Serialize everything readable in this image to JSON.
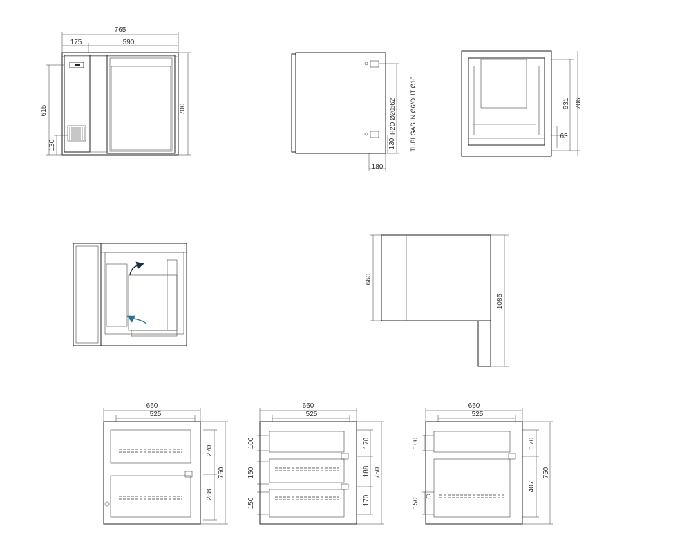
{
  "views": {
    "front": {
      "overall_width": "765",
      "left_width": "175",
      "right_width": "590",
      "height_615": "615",
      "height_130": "130",
      "height_700": "700"
    },
    "side": {
      "pipe_label": "TUBI GAS IN Ø6/OUT Ø10",
      "h2o_label": "H2O Ø20",
      "depth_662": "662",
      "height_130": "130",
      "width_180": "180"
    },
    "rear": {
      "h631": "631",
      "h706": "706",
      "h63": "63"
    },
    "tall": {
      "h660": "660",
      "h1085": "1085"
    },
    "drawer_a": {
      "w660": "660",
      "w525": "525",
      "h270": "270",
      "h288": "288",
      "h750": "750"
    },
    "drawer_b": {
      "w660": "660",
      "w525": "525",
      "h100": "100",
      "h150a": "150",
      "h150b": "150",
      "h170a": "170",
      "h188": "188",
      "h170b": "170",
      "h750": "750"
    },
    "drawer_c": {
      "w660": "660",
      "w525": "525",
      "h100": "100",
      "h150": "150",
      "h170": "170",
      "h407": "407",
      "h750": "750"
    }
  },
  "colors": {
    "line": "#222222",
    "arrow_dark": "#1f2a44",
    "arrow_teal": "#2e6f8e"
  }
}
